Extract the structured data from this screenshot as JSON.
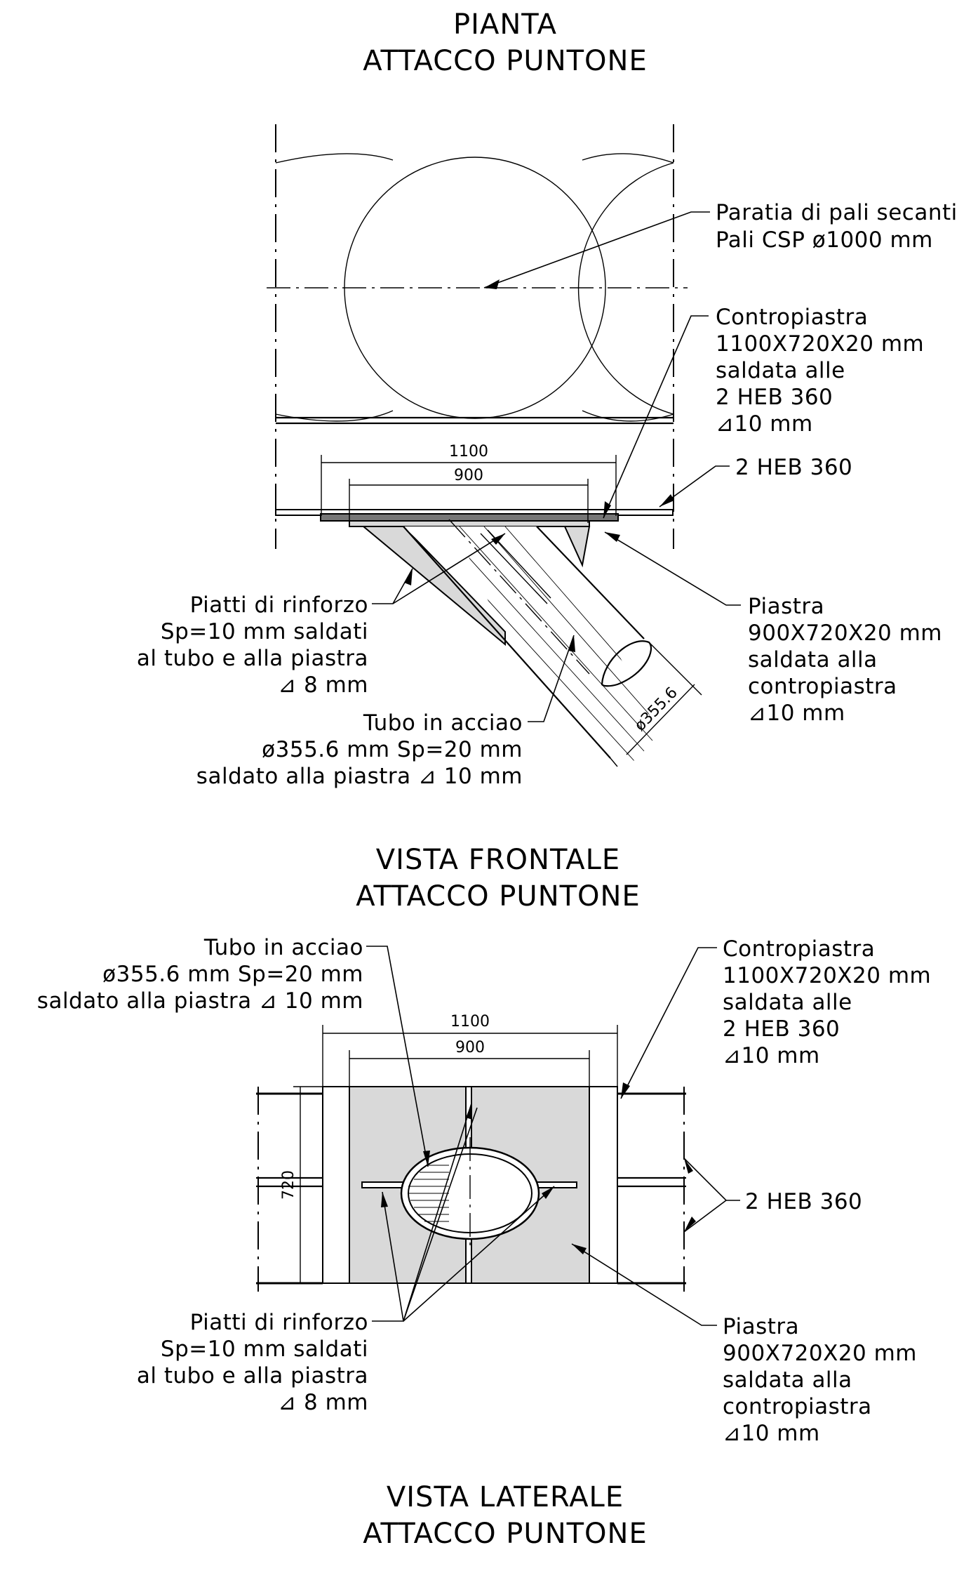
{
  "plan": {
    "title_line1": "PIANTA",
    "title_line2": "ATTACCO  PUNTONE",
    "note_piles": [
      "Paratia  di  pali  secanti",
      "Pali  CSP  ø1000  mm"
    ],
    "note_counterplate": [
      "Contropiastra",
      "1100X720X20  mm",
      "saldata  alle",
      "2  HEB  360",
      "⊿10  mm"
    ],
    "note_heb": "2  HEB  360",
    "note_ribs": [
      "Piatti  di  rinforzo",
      "Sp=10  mm    saldati",
      "al  tubo  e  alla  piastra",
      "⊿ 8  mm"
    ],
    "note_plate": [
      "Piastra",
      "900X720X20  mm",
      "saldata  alla",
      "contropiastra",
      "⊿10  mm"
    ],
    "note_tube": [
      "Tubo  in  acciao",
      "ø355.6  mm  Sp=20  mm",
      "saldato  alla  piastra ⊿ 10  mm"
    ],
    "dim_1100": "1100",
    "dim_900": "900",
    "dim_diameter": "ø355.6"
  },
  "front": {
    "title_line1": "VISTA  FRONTALE",
    "title_line2": "ATTACCO  PUNTONE",
    "note_tube": [
      "Tubo  in  acciao",
      "ø355.6  mm  Sp=20  mm",
      "saldato  alla  piastra ⊿ 10  mm"
    ],
    "note_counterplate": [
      "Contropiastra",
      "1100X720X20  mm",
      "saldata  alle",
      "2  HEB  360",
      "⊿10  mm"
    ],
    "note_heb": "2  HEB  360",
    "note_ribs": [
      "Piatti  di  rinforzo",
      "Sp=10  mm    saldati",
      "al  tubo  e  alla  piastra",
      "⊿ 8  mm"
    ],
    "note_plate": [
      "Piastra",
      "900X720X20  mm",
      "saldata  alla",
      "contropiastra",
      "⊿10  mm"
    ],
    "dim_1100": "1100",
    "dim_900": "900",
    "dim_720": "720"
  },
  "side": {
    "title_line1": "VISTA  LATERALE",
    "title_line2": "ATTACCO  PUNTONE"
  },
  "colors": {
    "line": "#000000",
    "plate_fill": "#d9d9d9",
    "background": "#ffffff"
  }
}
